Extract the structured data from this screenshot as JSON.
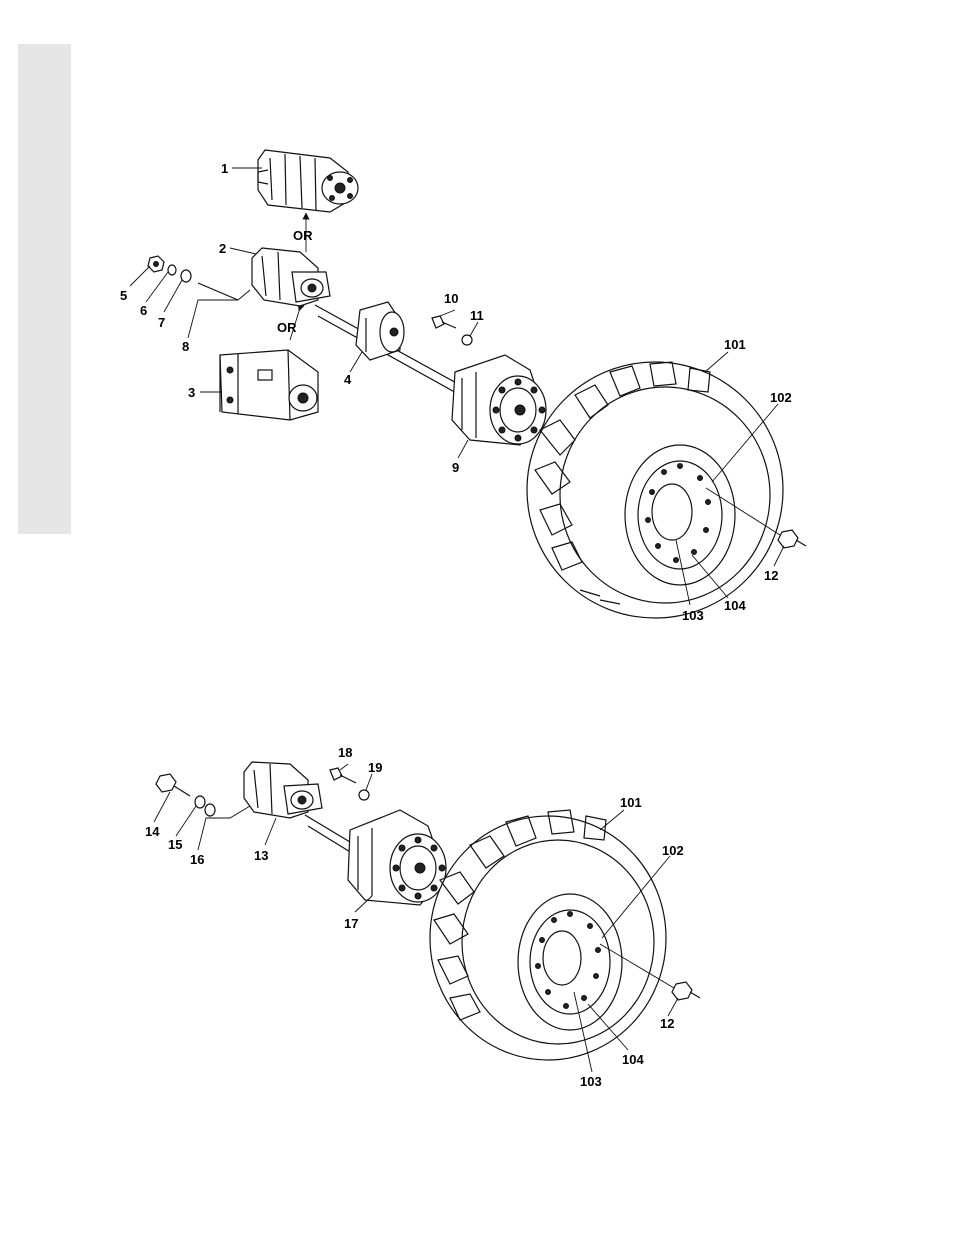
{
  "upper_view": {
    "callouts": [
      "1",
      "2",
      "3",
      "4",
      "5",
      "6",
      "7",
      "8",
      "9",
      "10",
      "11",
      "12",
      "101",
      "102",
      "103",
      "104"
    ],
    "or_labels": [
      "OR",
      "OR"
    ]
  },
  "lower_view": {
    "callouts": [
      "13",
      "14",
      "15",
      "16",
      "17",
      "18",
      "19",
      "12",
      "101",
      "102",
      "103",
      "104"
    ]
  },
  "colors": {
    "side_tab": "#e6e6e6",
    "ink": "#111111"
  }
}
